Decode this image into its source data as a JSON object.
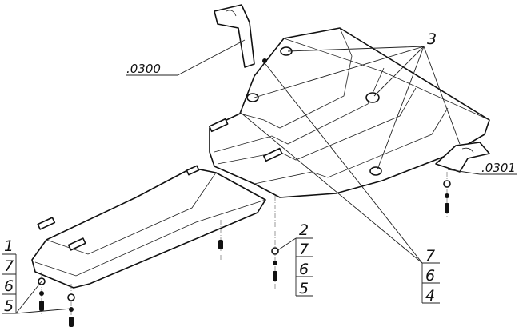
{
  "assembly_codes": {
    "bracket_top": ".0300",
    "bracket_right": ".0301"
  },
  "callouts": {
    "holes": "3",
    "left_stack": [
      "1",
      "7",
      "6",
      "5"
    ],
    "middle_stack": [
      "2",
      "7",
      "6",
      "5"
    ],
    "right_stack": [
      "7",
      "6",
      "4"
    ]
  }
}
